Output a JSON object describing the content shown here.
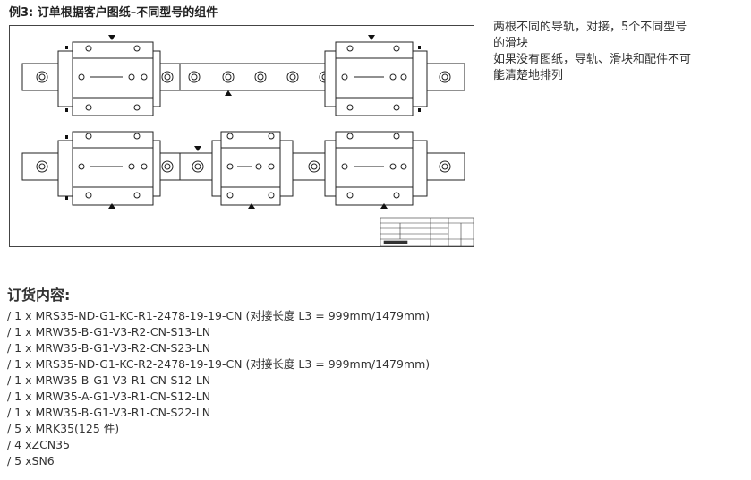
{
  "example_title": "例3: 订单根据客户图纸–不同型号的组件",
  "description_lines": [
    "两根不同的导轨，对接，5个不同型号",
    "的滑块",
    "如果没有图纸，导轨、滑块和配件不可",
    "能清楚地排列"
  ],
  "order_heading": "订货内容:",
  "order_items": [
    "/ 1 x MRS35-ND-G1-KC-R1-2478-19-19-CN (对接长度 L3 = 999mm/1479mm)",
    "/ 1 x MRW35-B-G1-V3-R2-CN-S13-LN",
    "/ 1 x MRW35-B-G1-V3-R2-CN-S23-LN",
    "/ 1 x MRS35-ND-G1-KC-R2-2478-19-19-CN (对接长度 L3 = 999mm/1479mm)",
    "/ 1 x MRW35-B-G1-V3-R1-CN-S12-LN",
    "/ 1 x MRW35-A-G1-V3-R1-CN-S12-LN",
    "/ 1 x MRW35-B-G1-V3-R1-CN-S22-LN",
    "/ 5 x MRK35(125 件)",
    "/ 4 xZCN35",
    "/ 5 xSN6"
  ]
}
